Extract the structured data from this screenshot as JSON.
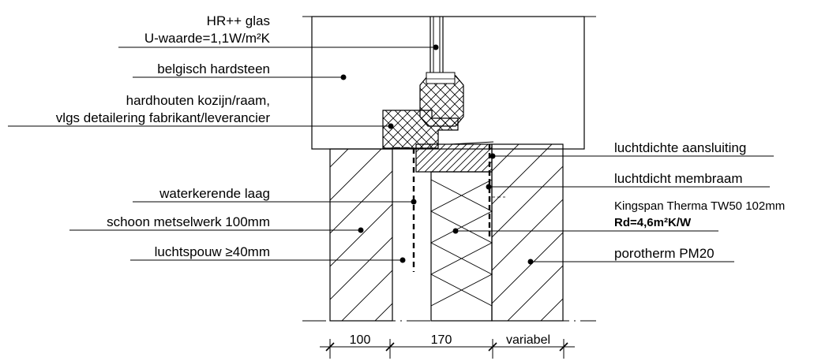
{
  "labels": {
    "glass_line1": "HR++ glas",
    "glass_line2": "U-waarde=1,1W/m²K",
    "stone": "belgisch hardsteen",
    "frame_line1": "hardhouten kozijn/raam,",
    "frame_line2": "vlgs detailering fabrikant/leverancier",
    "water": "waterkerende laag",
    "brick": "schoon metselwerk 100mm",
    "cavity": "luchtspouw ≥40mm",
    "airtight_joint": "luchtdichte aansluiting",
    "airtight_membrane": "luchtdicht membraam",
    "insulation_line1": "Kingspan Therma TW50 102mm",
    "insulation_line2": "Rd=4,6m²K/W",
    "porotherm": "porotherm PM20"
  },
  "dimensions": {
    "d1": "100",
    "d2": "170",
    "d3": "variabel"
  }
}
